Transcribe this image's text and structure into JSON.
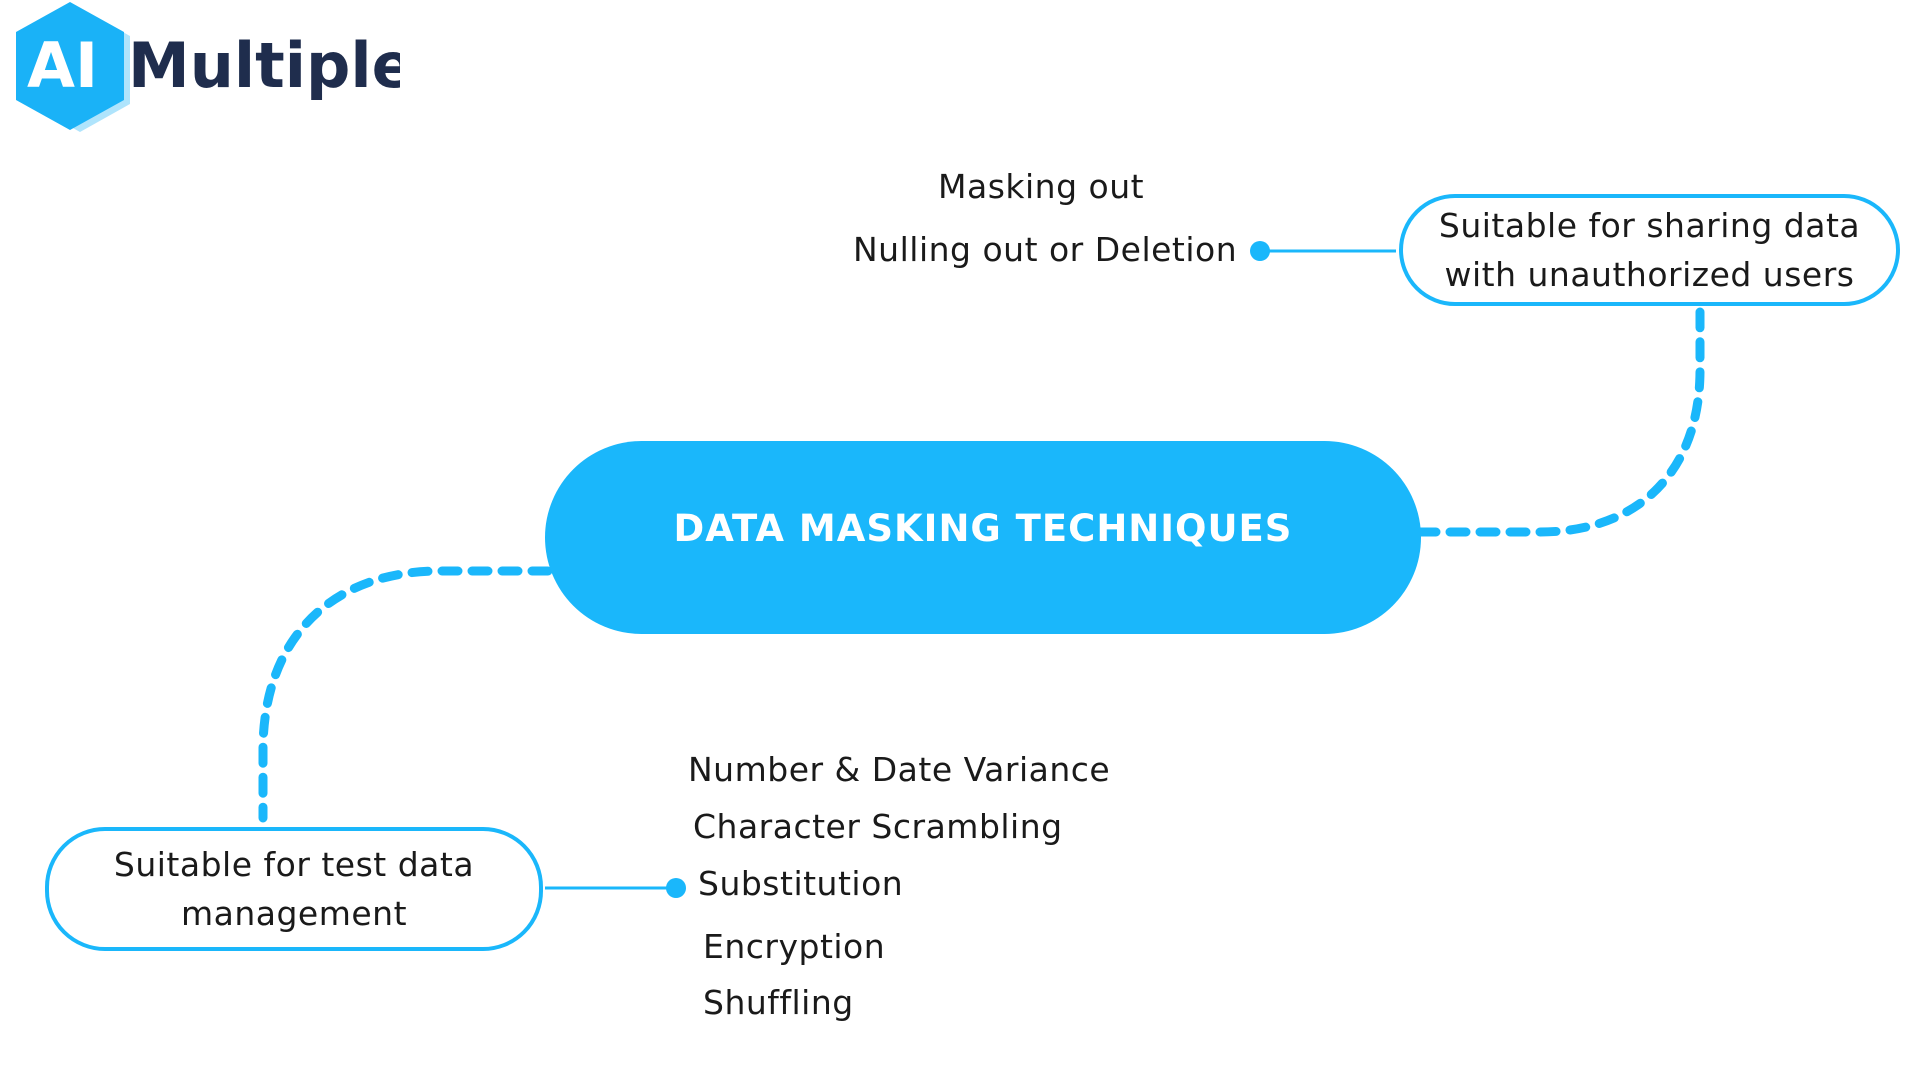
{
  "logo": {
    "ai_text": "AI",
    "name_text": "Multiple",
    "hex_color": "#1ab2f7",
    "name_color": "#1f2d4d"
  },
  "colors": {
    "accent": "#1ab7fb",
    "node_border": "#1ab7fb",
    "text": "#1a1a1a"
  },
  "center": {
    "label": "DATA MASKING TECHNIQUES"
  },
  "top_right_branch": {
    "label": "Suitable for sharing data\nwith unauthorized users",
    "techniques": [
      "Masking out",
      "Nulling out or Deletion"
    ]
  },
  "bottom_left_branch": {
    "label": "Suitable for test data\nmanagement",
    "techniques": [
      "Number & Date Variance",
      "Character Scrambling",
      "Substitution",
      "Encryption",
      "Shuffling"
    ]
  }
}
